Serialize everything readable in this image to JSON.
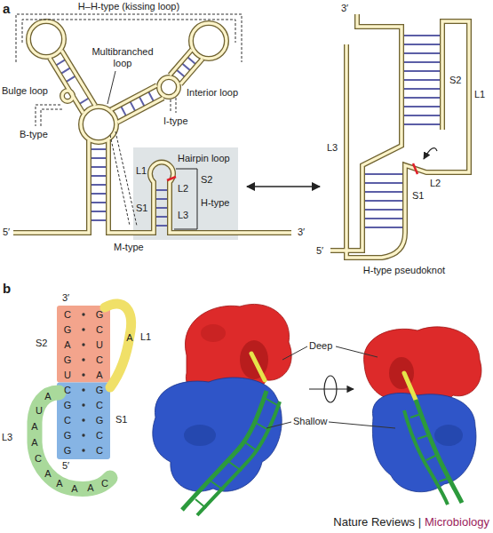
{
  "diagram": {
    "nodes": [
      {
        "text": [
          "Hairpin loop"
        ]
      }
    ],
    "labels": [
      "a",
      "H–H-type (kissing loop)",
      "Multibranched loop",
      "Interior loop",
      "Bulge loop",
      "I-type",
      "B-type",
      "L1",
      "S2",
      "L2",
      "S1",
      "H-type",
      "L3",
      "M-type",
      "5′",
      "3′",
      "3′",
      "S2",
      "L1",
      "L2",
      "S1",
      "L3",
      "5′",
      "H-type pseudoknot",
      "b",
      "3′",
      "C",
      "G",
      "A",
      "G",
      "U",
      "C",
      "G",
      "C",
      "G",
      "G",
      "G",
      "C",
      "U",
      "C",
      "A",
      "G",
      "C",
      "G",
      "C",
      "C",
      "A",
      "L1",
      "A",
      "U",
      "A",
      "A",
      "C",
      "A",
      "A",
      "A",
      "A",
      "C",
      "L3",
      "5′",
      "S2",
      "S1",
      "Deep",
      "Shallow",
      "Nature Reviews |",
      "Microbiology"
    ]
  }
}
